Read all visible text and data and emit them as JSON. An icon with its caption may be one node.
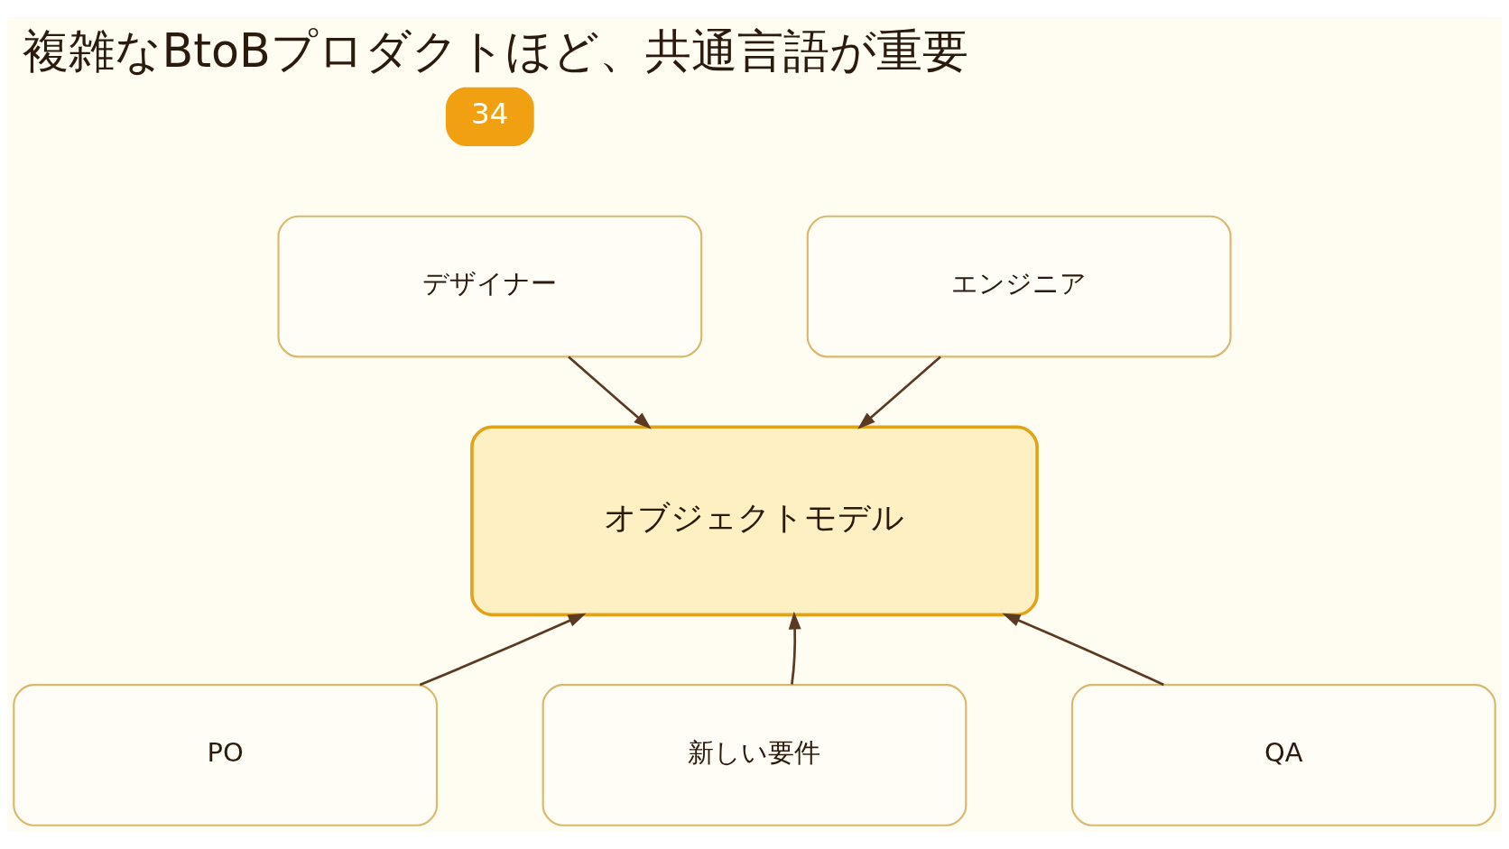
{
  "diagram": {
    "title": "複雑なBtoBプロダクトほど、共通言語が重要",
    "nodes": [
      {
        "text": [
          "デザイナー"
        ]
      },
      {
        "text": [
          "エンジニア"
        ]
      },
      {
        "text": [
          "オブジェクトモデル"
        ]
      },
      {
        "text": [
          "PO"
        ]
      },
      {
        "text": [
          "新しい要件"
        ]
      },
      {
        "text": [
          "QA"
        ]
      }
    ],
    "edges": [
      {
        "from": 0,
        "to": 2,
        "arrow": "to"
      },
      {
        "from": 1,
        "to": 2,
        "arrow": "to"
      },
      {
        "from": 3,
        "to": 2,
        "arrow": "to"
      },
      {
        "from": 4,
        "to": 2,
        "arrow": "to"
      },
      {
        "from": 5,
        "to": 2,
        "arrow": "to"
      }
    ],
    "labels": [
      "34"
    ]
  }
}
